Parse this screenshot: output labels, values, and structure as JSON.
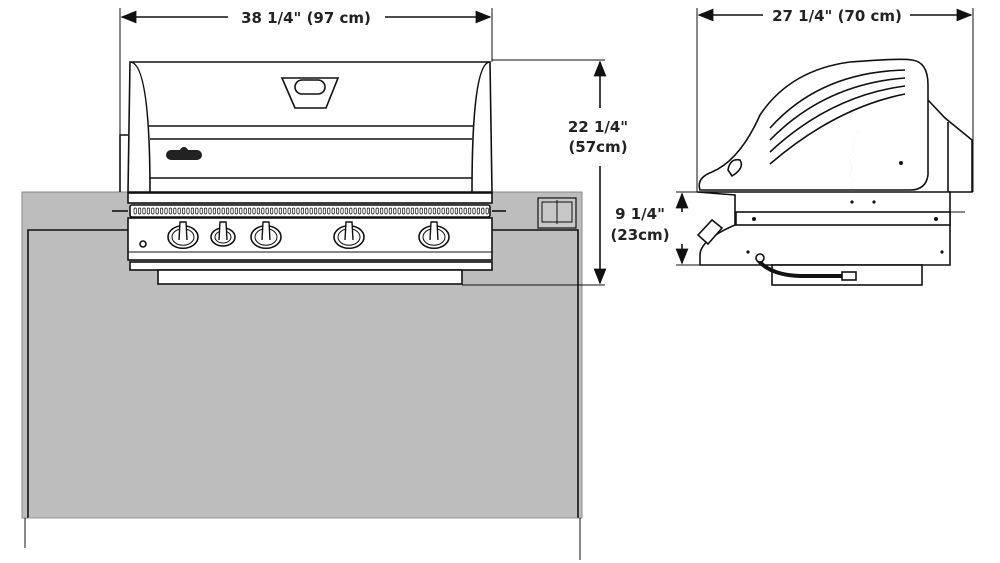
{
  "front_view": {
    "width_label": "38 1/4\" (97 cm)",
    "height_label_line1": "22 1/4\"",
    "height_label_line2": "(57cm)"
  },
  "side_view": {
    "depth_label": "27 1/4\" (70 cm)",
    "firebox_height_label_line1": "9 1/4\"",
    "firebox_height_label_line2": "(23cm)"
  },
  "colors": {
    "counter": "#bdbdbd",
    "counter_inner": "#b5b5b5",
    "line": "#111111"
  }
}
